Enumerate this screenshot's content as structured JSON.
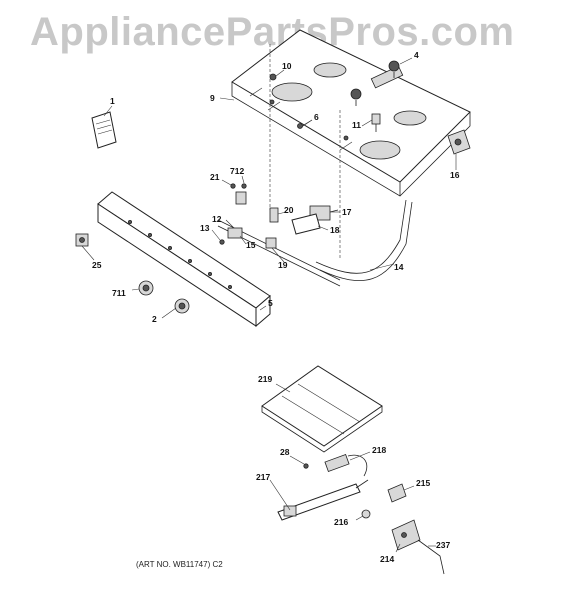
{
  "watermark": "AppliancePartsPros.com",
  "art_number": "(ART NO. WB11747) C2",
  "callouts": {
    "c1": "1",
    "c2": "2",
    "c4": "4",
    "c5": "5",
    "c6": "6",
    "c9": "9",
    "c10": "10",
    "c11": "11",
    "c12": "12",
    "c13": "13",
    "c14": "14",
    "c15": "15",
    "c16": "16",
    "c17": "17",
    "c18": "18",
    "c19": "19",
    "c20": "20",
    "c21": "21",
    "c25": "25",
    "c28": "28",
    "c214": "214",
    "c215": "215",
    "c216": "216",
    "c217": "217",
    "c218": "218",
    "c219": "219",
    "c237": "237",
    "c711": "711",
    "c712": "712"
  }
}
